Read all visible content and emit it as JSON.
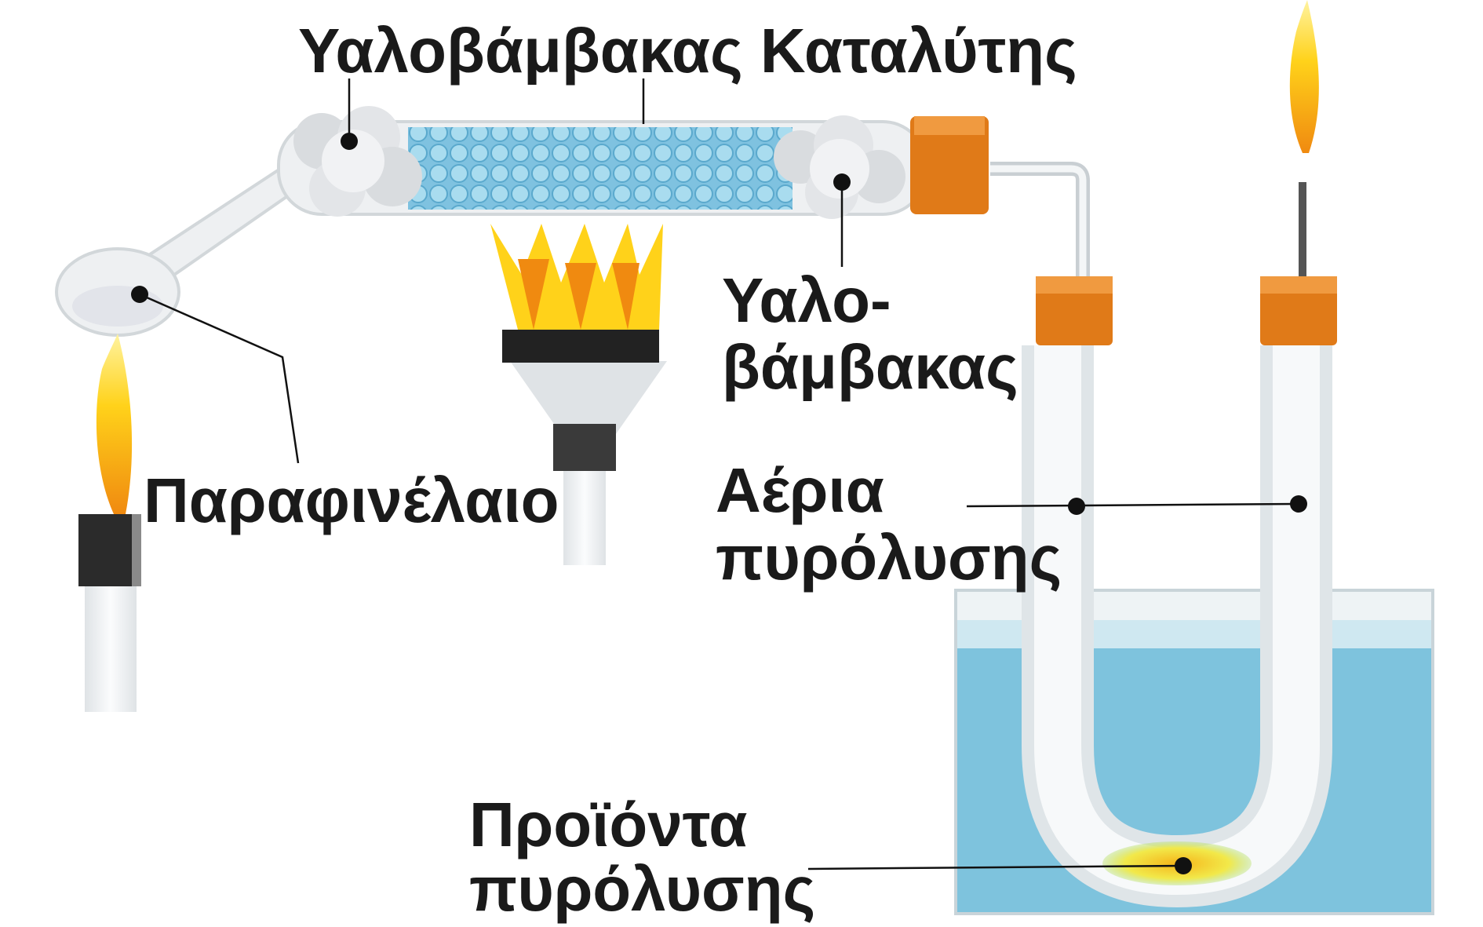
{
  "labels": {
    "top_catalyst": "Υαλοβάμβακας Καταλύτης",
    "glasswool_line1": "Υαλο-",
    "glasswool_line2": "βάμβακας",
    "paraffin_oil": "Παραφινέλαιο",
    "gases_line1": "Αέρια",
    "gases_line2": "πυρόλυσης",
    "products_line1": "Προϊόντα",
    "products_line2": "πυρόλυσης"
  },
  "colors": {
    "water": "#7ec3dd",
    "water_top": "#cfe8f1",
    "stopper": "#e07a18",
    "flame_yellow": "#ffd21a",
    "flame_orange": "#f08a10",
    "glass": "#f2f4f6",
    "catalyst_bead": "#9fd3ea",
    "burner_dark": "#2a2a2a"
  }
}
